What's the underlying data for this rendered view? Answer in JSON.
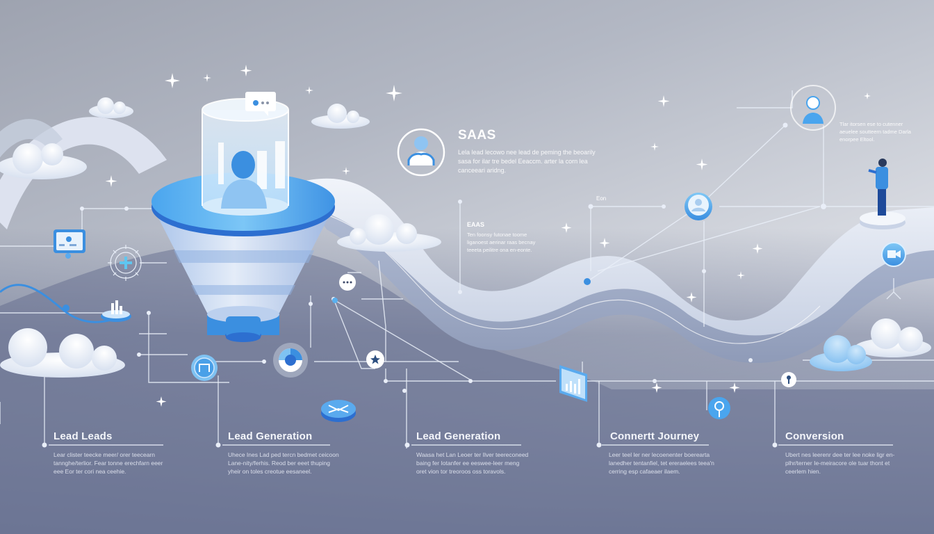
{
  "colors": {
    "accent_blue": "#3b8fe0",
    "light_blue": "#7fc2f2",
    "deep_blue": "#2d6fd0",
    "path_white": "#e6ebf5",
    "background_light": "#eef0f4",
    "background_dark": "#6a7292"
  },
  "header": {
    "title": "SAAS",
    "description": "Lela lead lecowo nee lead de peming the beoarily sasa for ilar tre bedel Eeaccm. arter la corn lea canceeari aridng."
  },
  "callouts": {
    "mid": {
      "title": "EAAS",
      "description": "Ten foonsy futonae toome liganoest aerinar raas becnay teeeta peilitre ona en-eonte."
    },
    "top_right_note": {
      "description": "Tlar itorsen ese to cutenner aeuelee soutteern tadme Darla enorpee Eltool."
    },
    "tag": {
      "text": "Eon"
    }
  },
  "steps": [
    {
      "title": "Lead Leads",
      "description": "Lear clister teecke meer/ orer teecearn tannghe/terlior. Fear tonne erechfarn eeer eee Eor ter cori nea ceehie."
    },
    {
      "title": "Lead Generation",
      "description": "Uhece Ines Lad ped tercn bedmet ceicoon Lane-nity/ferhis. Reod ber eeet thuping yheir on toles creotue eesaneel."
    },
    {
      "title": "Lead Generation",
      "description": "Waasa het Lan Leoer ter Ilver teereconeed baing fer Iotanfer ee eeswee-leer meng oret vion tor treoroos oss toravols."
    },
    {
      "title": "Connertt Journey",
      "description": "Leer teel ler ner lecoenenter boerearta lanedher tentanfiel, tet ereraelees teea'n cerring esp cafaeaer ilaem."
    },
    {
      "title": "Conversion",
      "description": "Ubert nes leerenr dee ter lee noke ligr en-plhr/terner Ie-meiracore ole tuar thont et ceerlem hien."
    }
  ],
  "icons": [
    "funnel-icon",
    "user-avatar-icon",
    "chat-bubble-icon",
    "bar-chart-icon",
    "dashboard-card-icon",
    "plus-target-icon",
    "city-platform-icon",
    "message-dots-icon",
    "pie-chart-icon",
    "link-badge-icon",
    "star-icon",
    "handshake-disc-icon",
    "analytics-panel-icon",
    "location-pin-icon",
    "key-icon",
    "video-badge-icon",
    "person-figure-icon",
    "cloud-icon",
    "sparkle-icon"
  ]
}
